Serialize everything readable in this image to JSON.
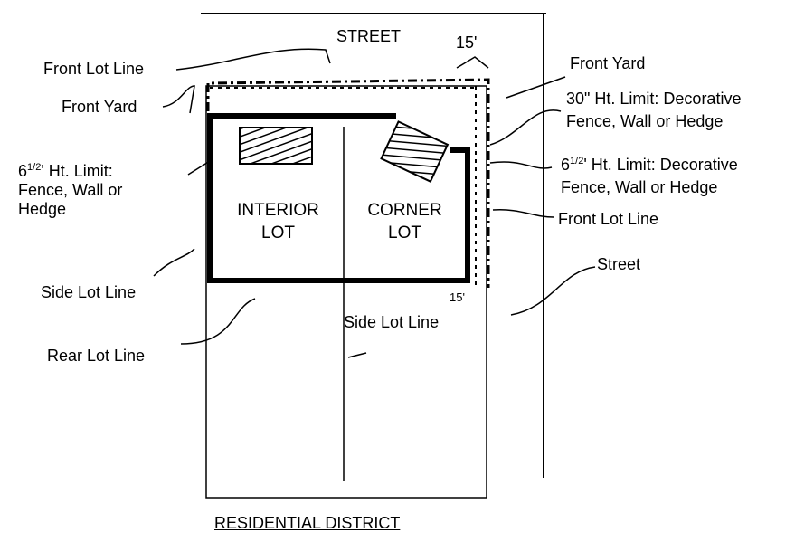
{
  "title": "RESIDENTIAL DISTRICT",
  "street_top": "STREET",
  "dimension_top": "15'",
  "dimension_bottom": "15'",
  "lots": {
    "interior": [
      "INTERIOR",
      "LOT"
    ],
    "corner": [
      "CORNER",
      "LOT"
    ]
  },
  "labels_left": {
    "front_lot_line": "Front Lot Line",
    "front_yard": "Front Yard",
    "height_limit_6": [
      "6",
      "1/2",
      "' Ht. Limit:",
      "Fence, Wall or",
      "Hedge"
    ],
    "side_lot_line": "Side Lot Line",
    "rear_lot_line": "Rear Lot Line"
  },
  "labels_center": {
    "side_lot_line": "Side Lot Line"
  },
  "labels_right": {
    "front_yard": "Front Yard",
    "height_limit_30": [
      "30\" Ht. Limit: Decorative",
      "Fence, Wall or Hedge"
    ],
    "height_limit_6": [
      "6",
      "1/2",
      "' Ht. Limit: Decorative",
      "Fence, Wall or Hedge"
    ],
    "front_lot_line": "Front Lot Line",
    "street": "Street"
  }
}
